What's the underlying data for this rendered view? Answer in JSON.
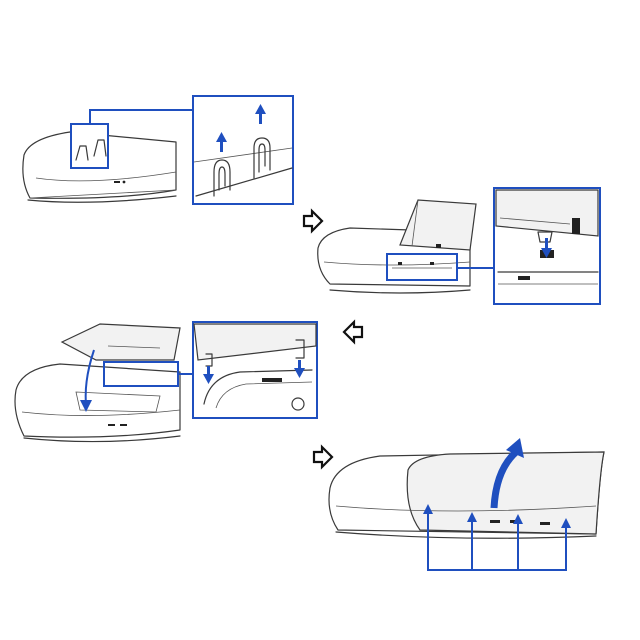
{
  "colors": {
    "accent": "#1f4fbf",
    "line": "#3a3a3a",
    "background": "#ffffff"
  },
  "icons": {
    "step_arrow": "outlined-right-arrow",
    "reverse_arrow": "outlined-left-arrow",
    "lift_arrow": "curved-up-arrow"
  }
}
